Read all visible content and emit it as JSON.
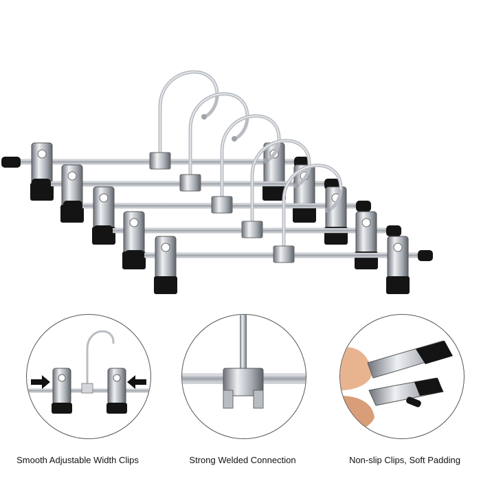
{
  "features": [
    {
      "caption": "Smooth Adjustable Width Clips",
      "icon": "adjustable-clips-detail"
    },
    {
      "caption": "Strong Welded Connection",
      "icon": "welded-connection-detail"
    },
    {
      "caption": "Non-slip Clips, Soft Padding",
      "icon": "clip-padding-detail"
    }
  ],
  "colors": {
    "chrome": "#c9ccd1",
    "chrome_dark": "#7b8088",
    "padding": "#141414",
    "outline": "#555555",
    "skin": "#e8b48f"
  },
  "hanger_count": 5
}
